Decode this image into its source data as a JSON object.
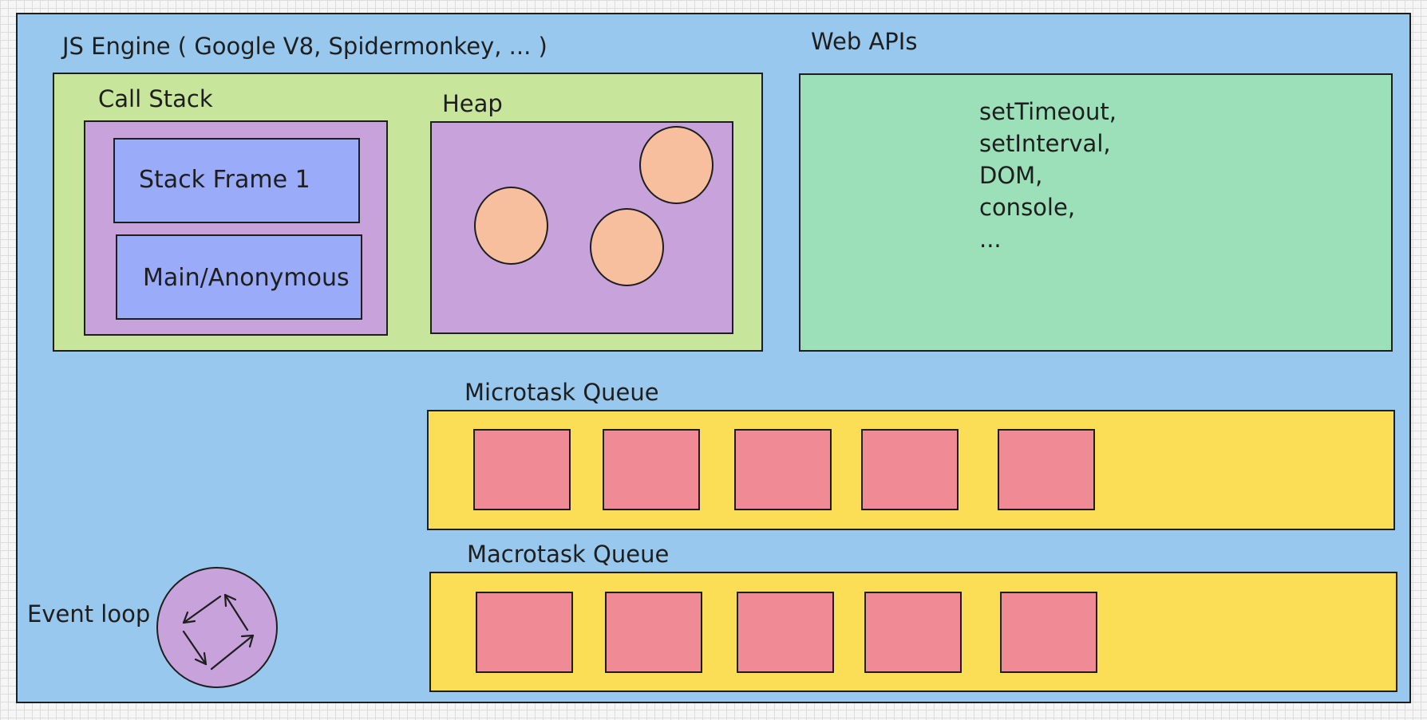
{
  "colors": {
    "canvas": "#99c8ee",
    "engine": "#c8e59c",
    "purple": "#c8a2db",
    "stack_frame": "#9aabf9",
    "heap_object": "#f8bf9f",
    "web_apis": "#9be0b9",
    "queue": "#fbde56",
    "task": "#f08a94",
    "stroke": "#1e1e1e"
  },
  "js_engine": {
    "label": "JS Engine ( Google V8, Spidermonkey, ... )",
    "call_stack": {
      "label": "Call Stack",
      "frames": [
        "Stack Frame 1",
        "Main/Anonymous"
      ]
    },
    "heap": {
      "label": "Heap",
      "object_icon": "heap-object-circle"
    }
  },
  "web_apis": {
    "label": "Web APIs",
    "items": [
      "setTimeout,",
      "setInterval,",
      "DOM,",
      "console,",
      "..."
    ]
  },
  "microtask_queue": {
    "label": "Microtask Queue",
    "task_icon": "task-square"
  },
  "macrotask_queue": {
    "label": "Macrotask Queue",
    "task_icon": "task-square"
  },
  "event_loop": {
    "label": "Event loop",
    "icon": "cycle-arrows-icon"
  }
}
